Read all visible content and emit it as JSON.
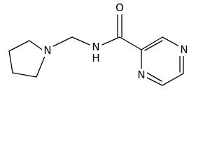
{
  "molecule": {
    "atoms": {
      "amide_oxygen": "O",
      "amide_nitrogen_h": "N",
      "amide_hydrogen": "H",
      "pyrrolidine_nitrogen": "N",
      "pyrazine_nitrogen_top": "N",
      "pyrazine_nitrogen_bottom": "N"
    },
    "bond_color": "#000000",
    "background_color": "#ffffff"
  }
}
